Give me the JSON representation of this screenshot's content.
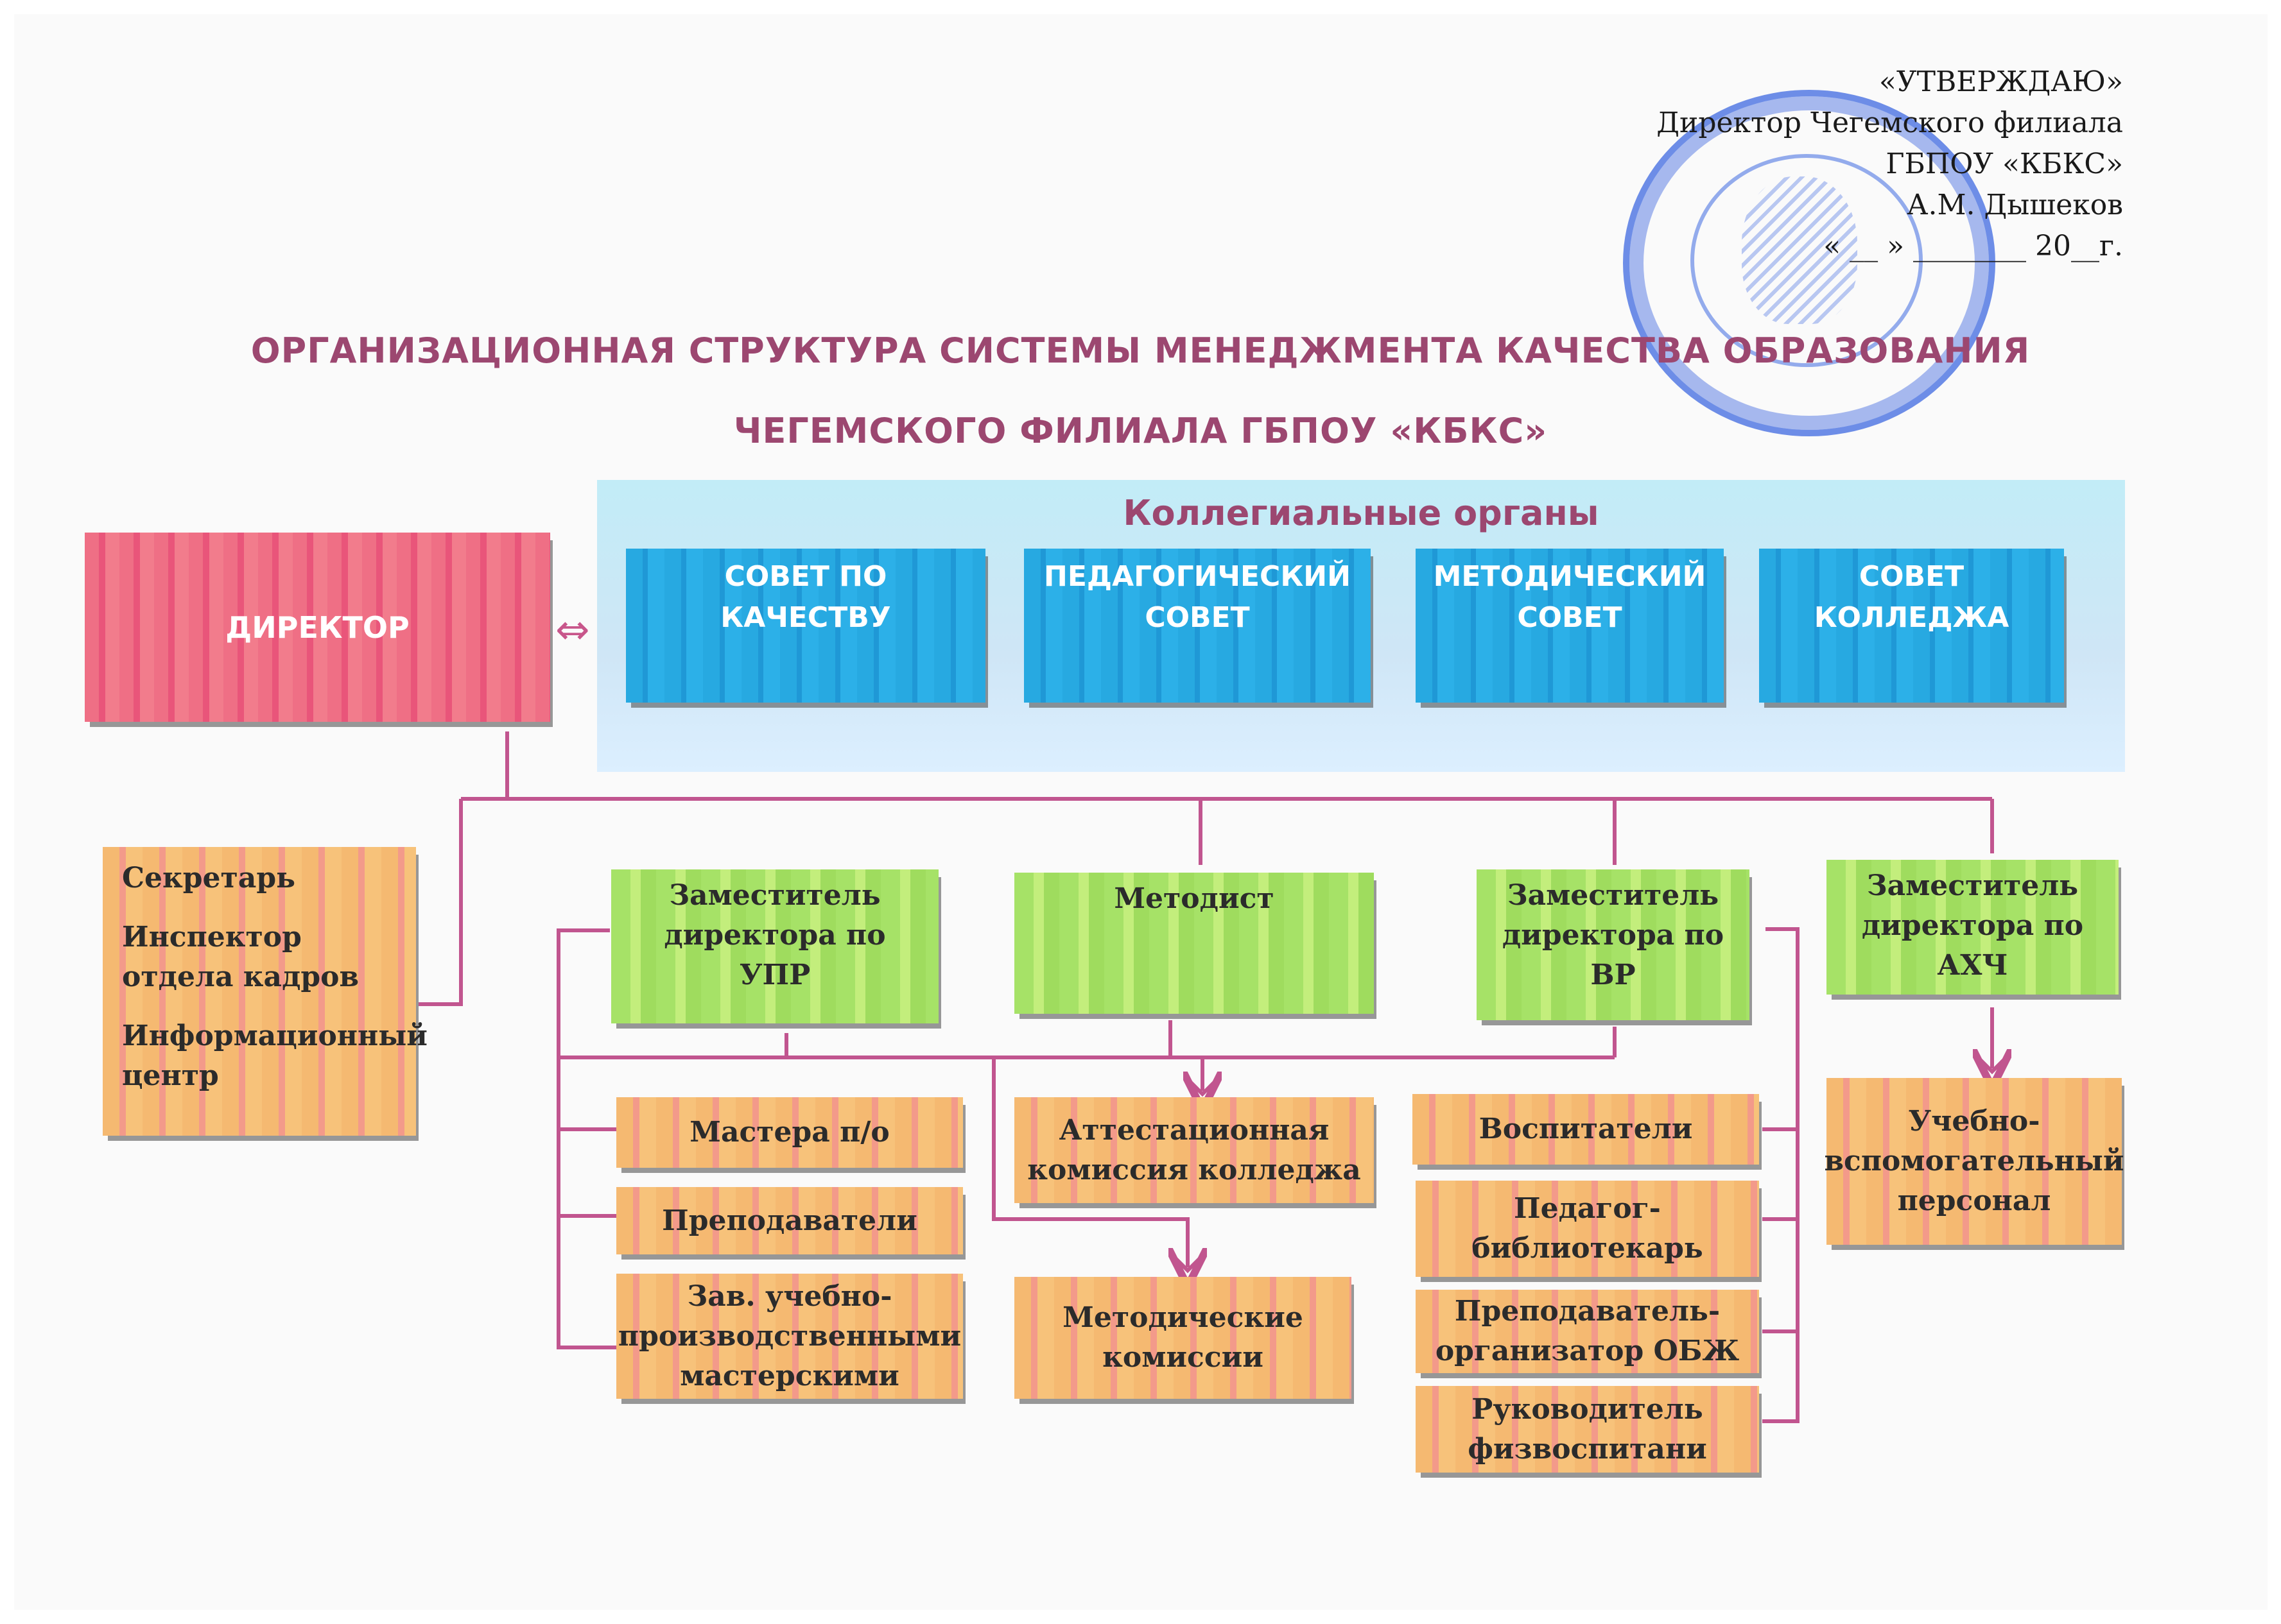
{
  "approval": {
    "line1": "«УТВЕРЖДАЮ»",
    "line2": "Директор Чегемского филиала",
    "line3": "ГБПОУ «КБКС»",
    "line4": "А.М. Дышеков",
    "line5": "« __ » ________ 20__г."
  },
  "title": {
    "line1": "ОРГАНИЗАЦИОННАЯ СТРУКТУРА СИСТЕМЫ МЕНЕДЖМЕНТА КАЧЕСТВА ОБРАЗОВАНИЯ",
    "line2": "ЧЕГЕМСКОГО ФИЛИАЛА ГБПОУ «КБКС»"
  },
  "director": "ДИРЕКТОР",
  "collegial": {
    "title": "Коллегиальные органы",
    "bodies": [
      "СОВЕТ ПО КАЧЕСТВУ",
      "ПЕДАГОГИЧЕСКИЙ СОВЕТ",
      "МЕТОДИЧЕСКИЙ СОВЕТ",
      "СОВЕТ КОЛЛЕДЖА"
    ]
  },
  "staff": [
    "Секретарь",
    "Инспектор отдела кадров",
    "Информационный центр"
  ],
  "deputies": {
    "upr": "Заместитель директора по УПР",
    "methodist": "Методист",
    "vr": "Заместитель директора по ВР",
    "ahch": "Заместитель директора по АХЧ"
  },
  "upr_units": [
    "Мастера п/о",
    "Преподаватели",
    "Зав. учебно-производственными мастерскими"
  ],
  "method_units": [
    "Аттестационная комиссия колледжа",
    "Методические комиссии"
  ],
  "vr_units": [
    "Воспитатели",
    "Педагог-библиотекарь",
    "Преподаватель-организатор ОБЖ",
    "Руководитель физвоспитани"
  ],
  "ahch_units": [
    "Учебно-вспомогательный персонал"
  ],
  "colors": {
    "connector": "#c1558f",
    "title": "#9c4770",
    "director": "#ef6f85",
    "collegial": "#27a9e1",
    "deputy": "#a6e267",
    "unit": "#f5b971"
  }
}
